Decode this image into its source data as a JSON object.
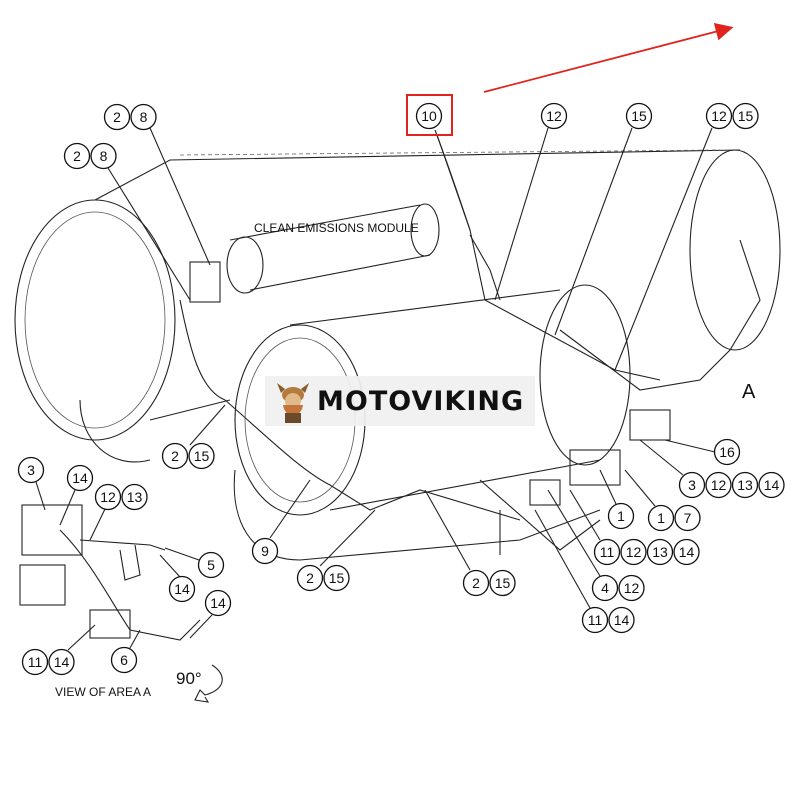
{
  "diagram": {
    "title_label": "CLEAN EMISSIONS MODULE",
    "area_marker": "A",
    "view_label": "VIEW OF AREA  A",
    "rotation_label": "90°",
    "highlight_color": "#e0231c",
    "watermark": "MOTOVIKING",
    "callouts": [
      {
        "labels": [
          "2",
          "8"
        ]
      },
      {
        "labels": [
          "2",
          "8"
        ]
      },
      {
        "labels": [
          "10"
        ],
        "highlighted": true
      },
      {
        "labels": [
          "12"
        ]
      },
      {
        "labels": [
          "15"
        ]
      },
      {
        "labels": [
          "12",
          "15"
        ]
      },
      {
        "labels": [
          "2",
          "15"
        ]
      },
      {
        "labels": [
          "9"
        ]
      },
      {
        "labels": [
          "2",
          "15"
        ]
      },
      {
        "labels": [
          "2",
          "15"
        ]
      },
      {
        "labels": [
          "3"
        ]
      },
      {
        "labels": [
          "14"
        ]
      },
      {
        "labels": [
          "12",
          "13"
        ]
      },
      {
        "labels": [
          "5"
        ]
      },
      {
        "labels": [
          "14"
        ]
      },
      {
        "labels": [
          "14"
        ]
      },
      {
        "labels": [
          "11",
          "14"
        ]
      },
      {
        "labels": [
          "6"
        ]
      },
      {
        "labels": [
          "16"
        ]
      },
      {
        "labels": [
          "3",
          "12",
          "13",
          "14"
        ]
      },
      {
        "labels": [
          "1"
        ]
      },
      {
        "labels": [
          "1",
          "7"
        ]
      },
      {
        "labels": [
          "11",
          "12",
          "13",
          "14"
        ]
      },
      {
        "labels": [
          "4",
          "12"
        ]
      },
      {
        "labels": [
          "11",
          "14"
        ]
      }
    ]
  }
}
